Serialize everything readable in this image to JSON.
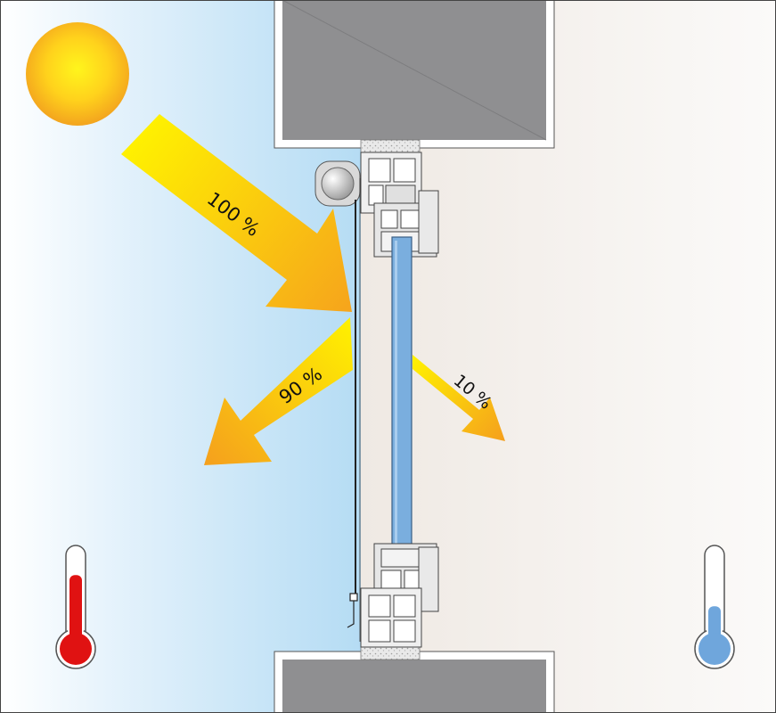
{
  "labels": {
    "incoming": "100 %",
    "reflected": "90 %",
    "transmitted": "10 %"
  },
  "values": {
    "incoming_percent": 100,
    "reflected_percent": 90,
    "transmitted_percent": 10,
    "outdoor_thermometer_level": 0.78,
    "indoor_thermometer_level": 0.45
  },
  "colors": {
    "outdoor_sky": "#b9def5",
    "indoor_wall": "#f1ece7",
    "sun_core": "#fff21a",
    "sun_edge": "#f5a623",
    "arrow_start": "#ffe600",
    "arrow_end": "#f6a11c",
    "glass": "#7aaede",
    "masonry": "#909092",
    "frame": "#e8e8e8",
    "thermo_hot": "#e01212",
    "thermo_cold": "#6fa6dc"
  },
  "icons": {
    "sun": "sun-icon",
    "hot": "thermometer-hot-icon",
    "cold": "thermometer-cold-icon"
  }
}
